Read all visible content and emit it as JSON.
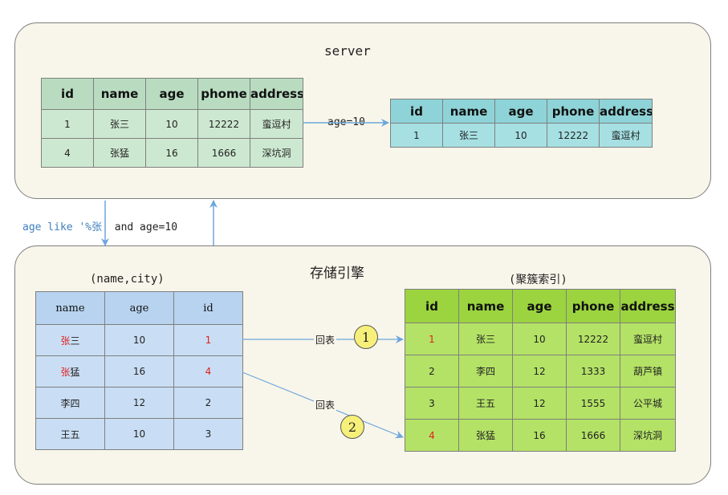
{
  "server": {
    "title": "server",
    "source_table": {
      "headers": [
        "id",
        "name",
        "age",
        "phome",
        "address"
      ],
      "rows": [
        [
          "1",
          "张三",
          "10",
          "12222",
          "蛮逗村"
        ],
        [
          "4",
          "张猛",
          "16",
          "1666",
          "深坑洞"
        ]
      ]
    },
    "filter_label": "age=10",
    "result_table": {
      "headers": [
        "id",
        "name",
        "age",
        "phone",
        "address"
      ],
      "rows": [
        [
          "1",
          "张三",
          "10",
          "12222",
          "蛮逗村"
        ]
      ]
    }
  },
  "pushdown_label_part1": "age like '%张'",
  "pushdown_label_part2": " and age=10",
  "engine": {
    "title": "存储引擎",
    "index_title": "(name,city)",
    "index_table": {
      "headers": [
        "name",
        "age",
        "id"
      ],
      "rows": [
        {
          "name_red": "张",
          "name_rest": "三",
          "age": "10",
          "id": "1",
          "id_red": true
        },
        {
          "name_red": "张",
          "name_rest": "猛",
          "age": "16",
          "id": "4",
          "id_red": true
        },
        {
          "name_red": "",
          "name_rest": "李四",
          "age": "12",
          "id": "2",
          "id_red": false
        },
        {
          "name_red": "",
          "name_rest": "王五",
          "age": "10",
          "id": "3",
          "id_red": false
        }
      ]
    },
    "cluster_title": "(聚簇索引)",
    "cluster_table": {
      "headers": [
        "id",
        "name",
        "age",
        "phone",
        "address"
      ],
      "rows": [
        {
          "id": "1",
          "name": "张三",
          "age": "10",
          "phone": "12222",
          "address": "蛮逗村",
          "red": true
        },
        {
          "id": "2",
          "name": "李四",
          "age": "12",
          "phone": "1333",
          "address": "葫芦镇",
          "red": false
        },
        {
          "id": "3",
          "name": "王五",
          "age": "12",
          "phone": "1555",
          "address": "公平城",
          "red": false
        },
        {
          "id": "4",
          "name": "张猛",
          "age": "16",
          "phone": "1666",
          "address": "深坑洞",
          "red": true
        }
      ]
    },
    "lookup_label_1": "回表",
    "lookup_label_2": "回表",
    "step_1": "1",
    "step_2": "2"
  },
  "colors": {
    "arrow": "#6ea6dc",
    "red_text": "#e02020",
    "step_circle": "#f6f07a"
  }
}
